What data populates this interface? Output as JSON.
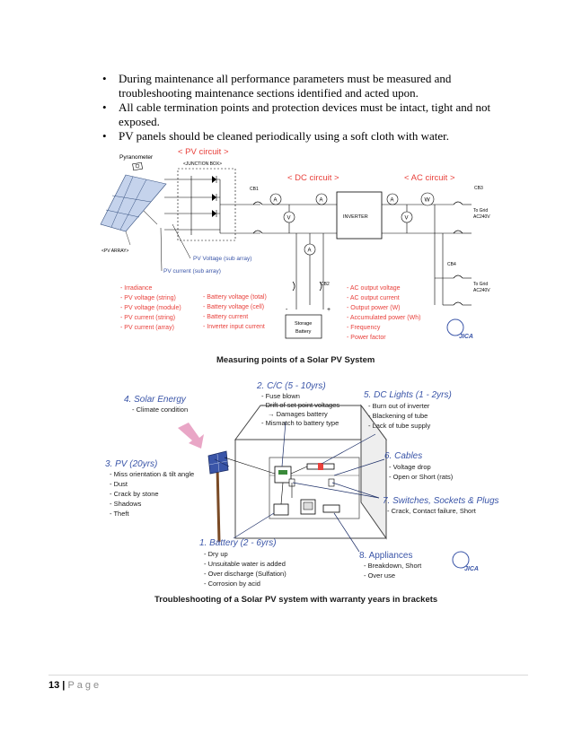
{
  "bullets": [
    "During maintenance all performance parameters must be measured and troubleshooting maintenance sections identified and acted upon.",
    "All cable termination points and protection devices must be intact, tight and not exposed.",
    "PV panels should be cleaned periodically using a soft cloth with water."
  ],
  "diagram1": {
    "pv_circuit": "< PV circuit >",
    "dc_circuit": "< DC circuit >",
    "ac_circuit": "< AC circuit >",
    "pyranometer": "Pyranometer",
    "junction_box": "<JUNCTION BOX>",
    "pv_array": "<PV ARRAY>",
    "cb1": "CB1",
    "cb2": "CB2",
    "cb3": "CB3",
    "cb4": "CB4",
    "inverter": "INVERTER",
    "storage_battery_1": "Storage",
    "storage_battery_2": "Battery",
    "to_grid_1a": "To Grid",
    "to_grid_1b": "AC240V",
    "to_grid_2a": "To Grid",
    "to_grid_2b": "AC240V",
    "pv_voltage_sub": "PV Voltage (sub array)",
    "pv_current_sub": "PV current (sub array)",
    "col1": [
      "- Irradiance",
      "- PV voltage (string)",
      "- PV voltage (module)",
      "- PV current (string)",
      "- PV current (array)"
    ],
    "col2": [
      "- Battery voltage (total)",
      "- Battery voltage (cell)",
      "- Battery current",
      "- Inverter input current"
    ],
    "col3": [
      "- AC output voltage",
      "- AC output current",
      "- Output power (W)",
      "- Accumulated power (Wh)",
      "- Frequency",
      "- Power factor"
    ],
    "meter_a": "A",
    "meter_v": "V",
    "meter_w": "W",
    "minus": "-",
    "plus": "+",
    "jica": "JICA",
    "caption": "Measuring points of a Solar PV System"
  },
  "diagram2": {
    "solar_title": "4. Solar Energy",
    "solar_items": [
      "- Climate condition"
    ],
    "cc_title": "2. C/C (5 - 10yrs)",
    "cc_items": [
      "- Fuse blown",
      "- Drift of set point voltages",
      "→ Damages battery",
      "- Mismatch to battery type"
    ],
    "dc_title": "5. DC Lights (1 - 2yrs)",
    "dc_items": [
      "- Burn out of inverter",
      "- Blackening of tube",
      "- Lack of tube supply"
    ],
    "pv_title": "3. PV (20yrs)",
    "pv_items": [
      "- Miss orientation & tilt angle",
      "- Dust",
      "- Crack by stone",
      "- Shadows",
      "- Theft"
    ],
    "cables_title": "6. Cables",
    "cables_items": [
      "- Voltage drop",
      "- Open or Short (rats)"
    ],
    "switch_title": "7. Switches, Sockets & Plugs",
    "switch_items": [
      "- Crack, Contact failure, Short"
    ],
    "battery_title": "1. Battery (2 - 6yrs)",
    "battery_items": [
      "- Dry up",
      "- Unsuitable water is added",
      "- Over discharge (Sulfation)",
      "- Corrosion by acid"
    ],
    "appl_title": "8. Appliances",
    "appl_items": [
      "- Breakdown, Short",
      "- Over use"
    ],
    "jica": "JICA",
    "caption": "Troubleshooting of a Solar PV system  with warranty years in brackets"
  },
  "footer": {
    "page_number": "13",
    "separator": " | ",
    "page_word": "Page"
  },
  "colors": {
    "red": "#e8413c",
    "blue": "#3a55a8",
    "pink": "#e9a6c6",
    "dark": "#1a1a1a"
  }
}
